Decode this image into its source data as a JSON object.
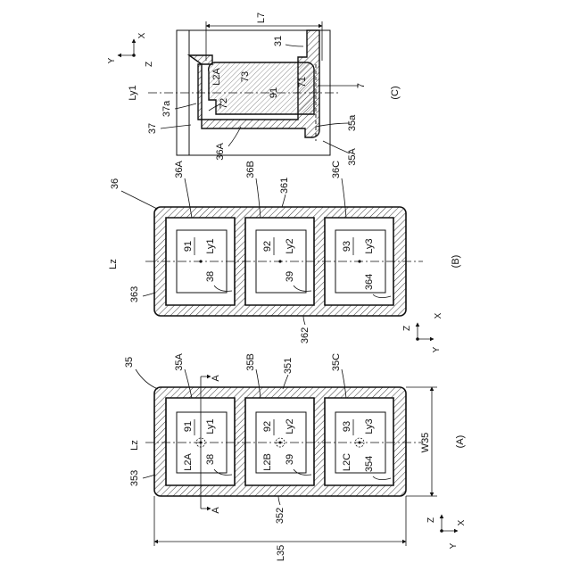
{
  "figA": {
    "caption": "(A)",
    "ref_plate": "35",
    "ref_cells": [
      "35A",
      "35B",
      "35C"
    ],
    "ref_top": "351",
    "ref_bottom": "352",
    "ref_left": "353",
    "ref_inner": "354",
    "ref_opening_1": "38",
    "ref_opening_2": "39",
    "lz": "Lz",
    "section_mark": "A",
    "dim_length": "L35",
    "dim_width": "W35",
    "cells": [
      {
        "num": "91",
        "ly": "Ly1",
        "l2": "L2A"
      },
      {
        "num": "92",
        "ly": "Ly2",
        "l2": "L2B"
      },
      {
        "num": "93",
        "ly": "Ly3",
        "l2": "L2C"
      }
    ],
    "axes": {
      "z": "Z",
      "x": "X",
      "y": "Y"
    }
  },
  "figB": {
    "caption": "(B)",
    "ref_plate": "36",
    "ref_cells": [
      "36A",
      "36B",
      "36C"
    ],
    "ref_top": "361",
    "ref_bottom": "362",
    "ref_left": "363",
    "ref_inner": "364",
    "ref_opening_1": "38",
    "ref_opening_2": "39",
    "lz": "Lz",
    "cells": [
      {
        "num": "91",
        "ly": "Ly1"
      },
      {
        "num": "92",
        "ly": "Ly2"
      },
      {
        "num": "93",
        "ly": "Ly3"
      }
    ],
    "axes": {
      "z": "Z",
      "x": "X",
      "y": "Y"
    }
  },
  "figC": {
    "caption": "(C)",
    "dim_L7": "L7",
    "ref_31": "31",
    "ref_7": "7",
    "ref_71": "71",
    "ref_73": "73",
    "ref_72": "72",
    "ref_91": "91",
    "ref_L2A": "L2A",
    "ref_Ly1": "Ly1",
    "ref_37a": "37a",
    "ref_37": "37",
    "ref_35a": "35a",
    "ref_35A": "35A",
    "ref_36A": "36A",
    "axes": {
      "y": "Y",
      "x": "X",
      "z": "Z"
    }
  }
}
